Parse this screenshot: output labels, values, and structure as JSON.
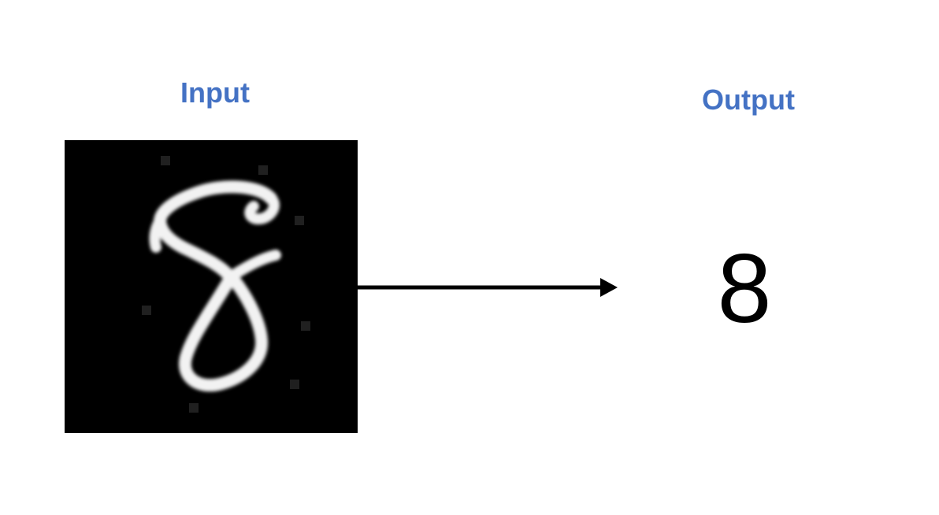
{
  "input": {
    "label": "Input",
    "image_icon": "handwritten-digit-8-image"
  },
  "output": {
    "label": "Output",
    "value": "8"
  },
  "arrow_icon": "right-arrow-icon",
  "colors": {
    "label": "#4472c4",
    "image_background": "#000000",
    "digit_stroke": "#f2f2f2",
    "arrow": "#000000",
    "text": "#000000"
  }
}
